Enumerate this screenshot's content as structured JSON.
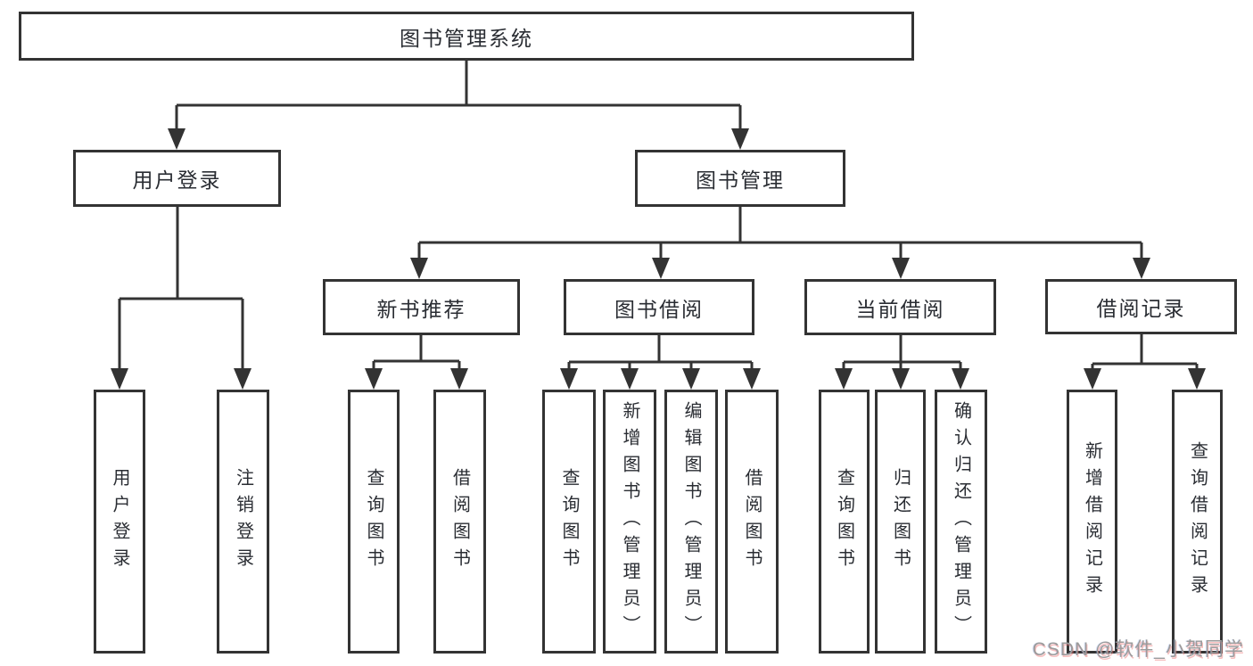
{
  "colors": {
    "line": "#333333",
    "box_border": "#333333",
    "box_background": "#ffffff",
    "text": "#2a2d33",
    "page_background": "#ffffff",
    "watermark": "#9b9b9b"
  },
  "tree": {
    "root": {
      "label": "图书管理系统"
    },
    "level2": [
      {
        "label": "用户登录"
      },
      {
        "label": "图书管理"
      }
    ],
    "level3": [
      {
        "label": "新书推荐",
        "parent": "图书管理"
      },
      {
        "label": "图书借阅",
        "parent": "图书管理"
      },
      {
        "label": "当前借阅",
        "parent": "图书管理"
      },
      {
        "label": "借阅记录",
        "parent": "图书管理"
      }
    ],
    "leaves": [
      {
        "label": "用户登录",
        "parent": "用户登录"
      },
      {
        "label": "注销登录",
        "parent": "用户登录"
      },
      {
        "label": "查询图书",
        "parent": "新书推荐"
      },
      {
        "label": "借阅图书",
        "parent": "新书推荐"
      },
      {
        "label": "查询图书",
        "parent": "图书借阅"
      },
      {
        "label": "新增图书（管理员）",
        "parent": "图书借阅"
      },
      {
        "label": "编辑图书（管理员）",
        "parent": "图书借阅"
      },
      {
        "label": "借阅图书",
        "parent": "图书借阅"
      },
      {
        "label": "查询图书",
        "parent": "当前借阅"
      },
      {
        "label": "归还图书",
        "parent": "当前借阅"
      },
      {
        "label": "确认归还（管理员）",
        "parent": "当前借阅"
      },
      {
        "label": "新增借阅记录",
        "parent": "借阅记录"
      },
      {
        "label": "查询借阅记录",
        "parent": "借阅记录"
      }
    ]
  },
  "watermark": {
    "text": "CSDN @软件_小贺同学"
  }
}
